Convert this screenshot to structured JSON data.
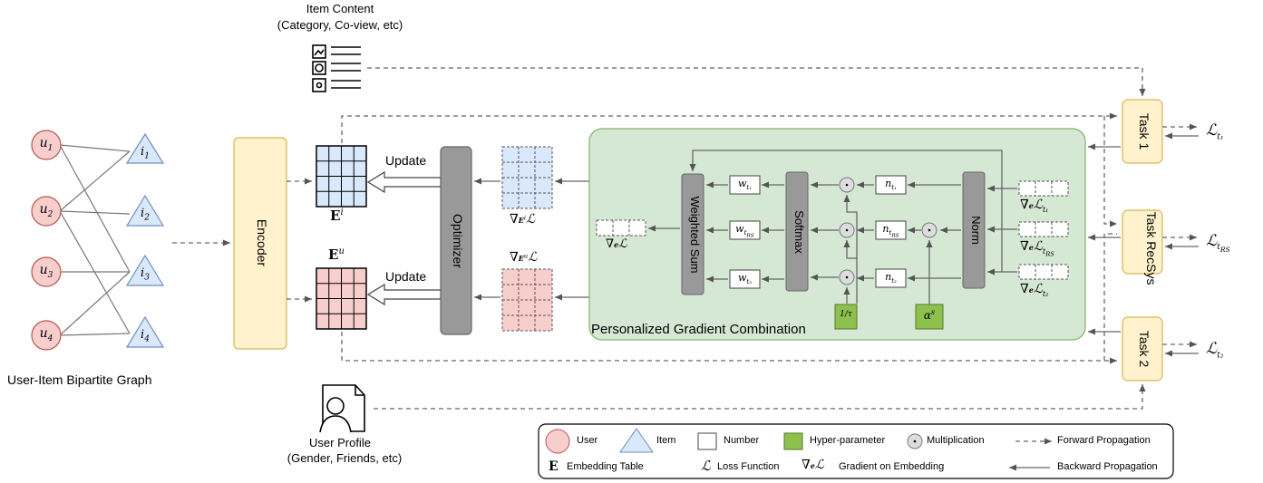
{
  "item_content": {
    "title": "Item Content",
    "subtitle": "(Category, Co-view, etc)"
  },
  "user_profile": {
    "title": "User Profile",
    "subtitle": "(Gender, Friends, etc)"
  },
  "graph": {
    "caption": "User-Item Bipartite Graph",
    "users": [
      "u1",
      "u2",
      "u3",
      "u4"
    ],
    "items": [
      "i1",
      "i2",
      "i3",
      "i4"
    ],
    "user_color": "#f8cecc",
    "item_color": "#dae8fc"
  },
  "encoder": {
    "label": "Encoder",
    "color": "#fff2cc"
  },
  "embeddings": {
    "item_table": "E^i",
    "user_table": "E^u",
    "item_grad": "∇E^i L",
    "user_grad": "∇E^u L",
    "update_label": "Update"
  },
  "optimizer": {
    "label": "Optimizer"
  },
  "pgc": {
    "title": "Personalized Gradient Combination",
    "color": "#d5e8d4",
    "weighted_sum": "Weighted Sum",
    "softmax": "Softmax",
    "norm": "Norm",
    "weights": [
      "w_t1",
      "w_tRS",
      "w_t2"
    ],
    "norms": [
      "n_t1",
      "n_tRS",
      "n_t2"
    ],
    "grads": [
      "∇e L_t1",
      "∇e L_tRS",
      "∇e L_t2"
    ],
    "combined_grad": "∇e L",
    "temperature": "1/τ",
    "alpha": "α^s"
  },
  "tasks": [
    {
      "label": "Task 1",
      "loss": "L_t1"
    },
    {
      "label": "Task RecSys",
      "loss": "L_tRS"
    },
    {
      "label": "Task 2",
      "loss": "L_t2"
    }
  ],
  "legend": {
    "user": "User",
    "item": "Item",
    "number": "Number",
    "hyper": "Hyper-parameter",
    "mult": "Multiplication",
    "forward": "Forward Propagation",
    "embedding": "Embedding Table",
    "loss": "Loss Function",
    "gradient": "Gradient on Embedding",
    "backward": "Backward Propagation"
  }
}
